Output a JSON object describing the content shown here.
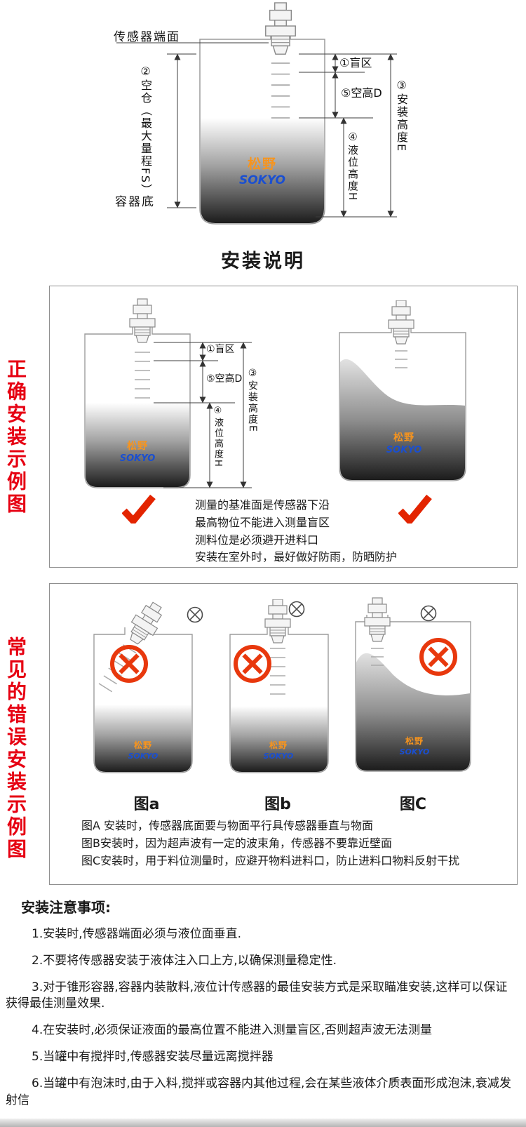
{
  "brand": {
    "cn": "松野",
    "en": "SOKYO"
  },
  "dims": {
    "sensor_face": "传感器端面",
    "empty_range": "②空仓（最大量程FS）",
    "container_bottom": "容器底",
    "blind_zone": "①盲区",
    "air_height": "⑤空高D",
    "liquid_height": "④液位高度H",
    "install_height": "③安装高度E"
  },
  "section_title": "安装说明",
  "correct": {
    "side_label": "正确安装示例图",
    "notes": [
      "测量的基准面是传感器下沿",
      "最高物位不能进入测量盲区",
      "测料位是必须避开进料口",
      "安装在室外时，最好做好防雨，防晒防护"
    ]
  },
  "wrong": {
    "side_label": "常见的错误安装示例图",
    "captions": [
      "图a",
      "图b",
      "图C"
    ],
    "notes": [
      "图A 安装时，传感器底面要与物面平行具传感器垂直与物面",
      "图B安装时，因为超声波有一定的波束角，传感器不要靠近壁面",
      "图C安装时，用于料位测量时，应避开物料进料口，防止进料口物料反射干扰"
    ]
  },
  "precautions": {
    "title": "安装注意事项:",
    "items": [
      "1.安装时,传感器端面必须与液位面垂直.",
      "2.不要将传感器安装于液体注入口上方,以确保测量稳定性.",
      "3.对于锥形容器,容器内装散料,液位计传感器的最佳安装方式是采取瞄准安装,这样可以保证获得最佳测量效果.",
      "4.在安装时,必须保证液面的最高位置不能进入测量盲区,否则超声波无法测量",
      "5.当罐中有搅拌时,传感器安装尽量远离搅拌器",
      "6.当罐中有泡沫时,由于入料,搅拌或容器内其他过程,会在某些液体介质表面形成泡沫,衰减发射信"
    ]
  }
}
